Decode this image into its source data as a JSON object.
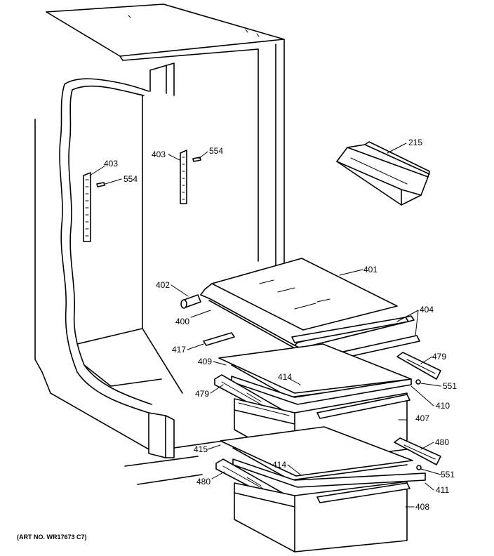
{
  "art_number": "(ART NO. WR17673 C7)",
  "callouts": {
    "c215": "215",
    "c400": "400",
    "c401": "401",
    "c402": "402",
    "c403_left": "403",
    "c403_right": "403",
    "c404": "404",
    "c407": "407",
    "c408": "408",
    "c409": "409",
    "c410": "410",
    "c411": "411",
    "c414_top": "414",
    "c414_bottom": "414",
    "c415": "415",
    "c417": "417",
    "c479_left": "479",
    "c479_right": "479",
    "c480_left": "480",
    "c480_right": "480",
    "c551_top": "551",
    "c551_bottom": "551",
    "c554_left": "554",
    "c554_right": "554"
  }
}
